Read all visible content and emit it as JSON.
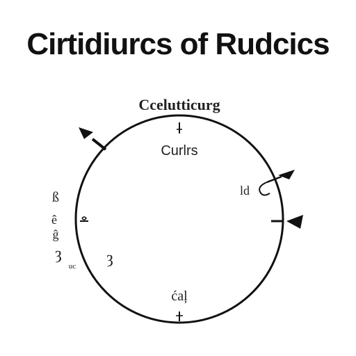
{
  "title": "Cirtidiurcs of Rudcics",
  "diagram": {
    "top_label": "Ccelutticurg",
    "center_label": "Curlrs",
    "right_label": "ld",
    "bottom_label": "ćaļ",
    "left_label_upper": "ß",
    "left_label_mid1": "ê",
    "left_label_mid2": "ĝ",
    "left_label_lower": "ȝ",
    "left_label_small": "uc",
    "inner_left_label": "ȝ"
  }
}
